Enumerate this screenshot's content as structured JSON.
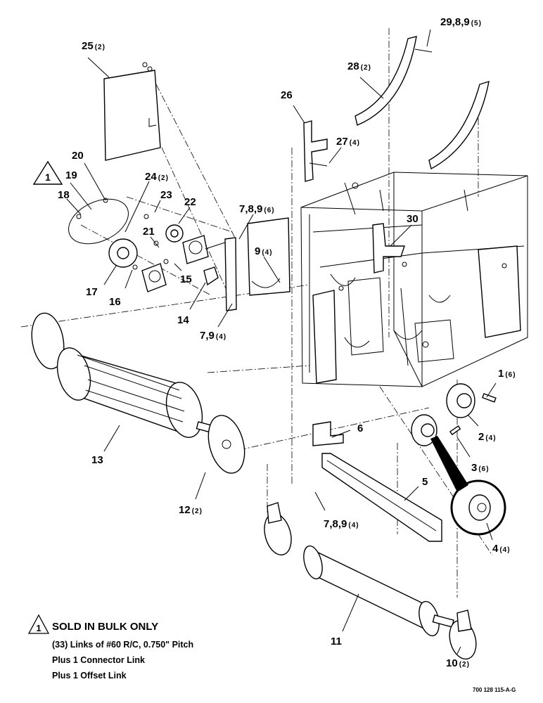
{
  "callouts": [
    {
      "id": "c29",
      "label": "29,8,9",
      "qty": "(5)"
    },
    {
      "id": "c28",
      "label": "28",
      "qty": "(2)"
    },
    {
      "id": "c25",
      "label": "25",
      "qty": "(2)"
    },
    {
      "id": "c26",
      "label": "26",
      "qty": ""
    },
    {
      "id": "c27",
      "label": "27",
      "qty": "(4)"
    },
    {
      "id": "c20",
      "label": "20",
      "qty": ""
    },
    {
      "id": "c19",
      "label": "19",
      "qty": ""
    },
    {
      "id": "c18",
      "label": "18",
      "qty": ""
    },
    {
      "id": "c24",
      "label": "24",
      "qty": "(2)"
    },
    {
      "id": "c23",
      "label": "23",
      "qty": ""
    },
    {
      "id": "c22",
      "label": "22",
      "qty": ""
    },
    {
      "id": "c789a",
      "label": "7,8,9",
      "qty": "(6)"
    },
    {
      "id": "c30",
      "label": "30",
      "qty": ""
    },
    {
      "id": "c21",
      "label": "21",
      "qty": ""
    },
    {
      "id": "c9",
      "label": "9",
      "qty": "(4)"
    },
    {
      "id": "c15",
      "label": "15",
      "qty": ""
    },
    {
      "id": "c17",
      "label": "17",
      "qty": ""
    },
    {
      "id": "c16",
      "label": "16",
      "qty": ""
    },
    {
      "id": "c14",
      "label": "14",
      "qty": ""
    },
    {
      "id": "c79",
      "label": "7,9",
      "qty": "(4)"
    },
    {
      "id": "c1",
      "label": "1",
      "qty": "(6)"
    },
    {
      "id": "c2",
      "label": "2",
      "qty": "(4)"
    },
    {
      "id": "c6",
      "label": "6",
      "qty": ""
    },
    {
      "id": "c3",
      "label": "3",
      "qty": "(6)"
    },
    {
      "id": "c13",
      "label": "13",
      "qty": ""
    },
    {
      "id": "c5",
      "label": "5",
      "qty": ""
    },
    {
      "id": "c12",
      "label": "12",
      "qty": "(2)"
    },
    {
      "id": "c789b",
      "label": "7,8,9",
      "qty": "(4)"
    },
    {
      "id": "c4",
      "label": "4",
      "qty": "(4)"
    },
    {
      "id": "c11",
      "label": "11",
      "qty": ""
    },
    {
      "id": "c10",
      "label": "10",
      "qty": "(2)"
    }
  ],
  "note_symbol": "1",
  "note": {
    "symbol": "1",
    "title": "SOLD IN BULK ONLY",
    "lines": [
      "(33) Links of #60 R/C, 0.750\" Pitch",
      "Plus 1 Connector Link",
      "Plus 1 Offset Link"
    ]
  },
  "drawing_number": "700 128 115-A-G"
}
